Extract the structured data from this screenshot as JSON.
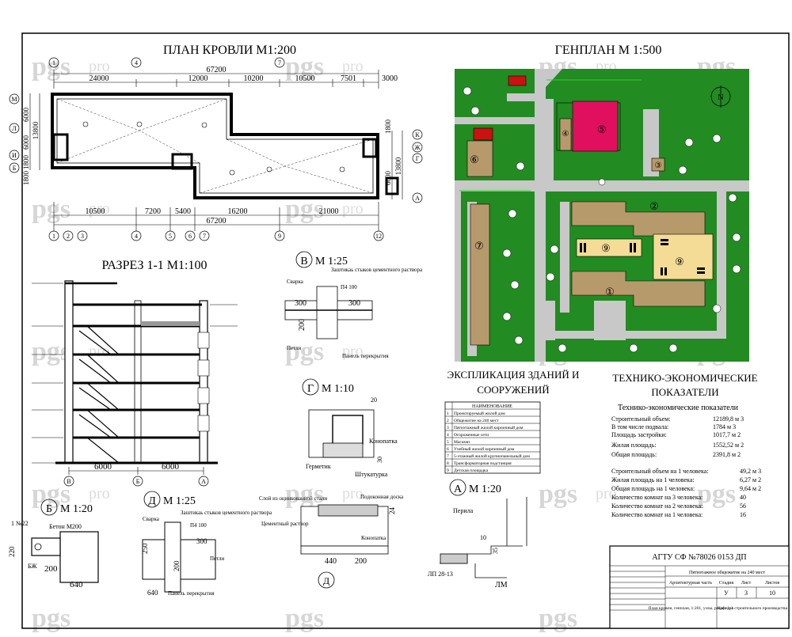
{
  "watermark": {
    "left": "pgs",
    "right": "pro"
  },
  "roof_plan": {
    "title": "ПЛАН  КРОВЛИ М1:200",
    "top_total": "67200",
    "top_dims": [
      "24000",
      "12000",
      "10200",
      "10500",
      "7501",
      "3000"
    ],
    "bottom_total": "67200",
    "bottom_dims": [
      "10500",
      "7200",
      "5400",
      "16200",
      "21000"
    ],
    "axes_bottom": [
      "1",
      "2",
      "3",
      "4",
      "5",
      "6",
      "7",
      "9",
      "12"
    ],
    "axes_top": [
      "1",
      "4",
      "7"
    ],
    "axes_left": [
      "М",
      "Л",
      "И",
      "Б"
    ],
    "axes_right": [
      "К",
      "Ж",
      "Г",
      "А"
    ],
    "left_dims": [
      "6000",
      "6000",
      "1800",
      "13800",
      "1800"
    ],
    "right_dims": [
      "1800",
      "6000",
      "13800"
    ]
  },
  "genplan": {
    "title": "ГЕНПЛАН  М 1:500",
    "buildings": [
      "①",
      "②",
      "③",
      "④",
      "⑤",
      "⑥",
      "⑦",
      "⑨",
      "⑨"
    ]
  },
  "section": {
    "title": "РАЗРЕЗ 1-1 М1:100",
    "dims": [
      "6000",
      "6000"
    ],
    "axes": [
      "В",
      "Б",
      "А"
    ]
  },
  "detail_v": {
    "letter": "В",
    "scale": "М 1:25",
    "labels": [
      "Заштикаь стыков цементного раствора",
      "Сварка",
      "П4 100",
      "300",
      "300",
      "200",
      "Петли",
      "Панель перекрытия"
    ]
  },
  "detail_g": {
    "letter": "Г",
    "scale": "М 1:10",
    "labels": [
      "20",
      "Конопатка",
      "30",
      "Герметик",
      "Штукатурка"
    ]
  },
  "detail_d_section": {
    "labels": [
      "Слой из оцинкованной стали",
      "Подоконная доска",
      "Цементный раствор",
      "24",
      "Конопатка",
      "440",
      "200",
      "Д"
    ]
  },
  "detail_a": {
    "letter": "А",
    "scale": "М 1:20",
    "labels": [
      "Перила",
      "10",
      "35",
      "ЛП 28-13",
      "ЛМ"
    ]
  },
  "detail_b": {
    "letter": "Б",
    "scale": "М 1:20",
    "labels": [
      "1 №22",
      "Бетон М200",
      "220",
      "БЖ",
      "200",
      "640"
    ]
  },
  "detail_d": {
    "letter": "Д",
    "scale": "М 1:25",
    "labels": [
      "Сварка",
      "Заштикаь стыков цементного раствора",
      "П4 100",
      "250",
      "300",
      "200",
      "Петли",
      "640",
      "Панель перекрытия"
    ]
  },
  "explication": {
    "title_line1": "ЭКСПЛИКАЦИЯ ЗДАНИЙ И",
    "title_line2": "СООРУЖЕНИЙ",
    "header": "НАИМЕНОВАНИЕ",
    "rows": [
      {
        "n": "1",
        "name": "Проектируемый жилой дом"
      },
      {
        "n": "2",
        "name": "Общежитие на 240 мест"
      },
      {
        "n": "3",
        "name": "Пятиэтажный жилой кирпичный дом"
      },
      {
        "n": "4",
        "name": "Огороженные сети"
      },
      {
        "n": "5",
        "name": "Магазин"
      },
      {
        "n": "6",
        "name": "Учебный жилой кирпичный дом"
      },
      {
        "n": "7",
        "name": "5-этажный жилой крупнопанельный дом"
      },
      {
        "n": "8",
        "name": "Трансформаторная подстанция"
      },
      {
        "n": "9",
        "name": "Детская площадка"
      }
    ]
  },
  "tep": {
    "title_line1": "ТЕХНИКО-ЭКОНОМИЧЕСКИЕ",
    "title_line2": "ПОКАЗАТЕЛИ",
    "subtitle": "Технико-экономические показатели",
    "rows1": [
      {
        "label": "Строительный объем:",
        "value": "12189,8 м  3"
      },
      {
        "label": "В том числе подвала:",
        "value": "1784 м  3"
      },
      {
        "label": "Площадь застройки:",
        "value": "1017,7 м  2"
      },
      {
        "label": "Жилая площадь:",
        "value": "1552,52 м  2"
      },
      {
        "label": "Общая площадь:",
        "value": "2391,8 м  2"
      }
    ],
    "rows2": [
      {
        "label": "Строительный объем на 1 человека:",
        "value": "49,2 м  3"
      },
      {
        "label": "Жилая площадь на 1 человека:",
        "value": "6,27 м  2"
      },
      {
        "label": "Общая площадь на 1 человека:",
        "value": "9,64 м  2"
      },
      {
        "label": "Количество комнат на 3 человека:",
        "value": "40"
      },
      {
        "label": "Количество комнат на 2 человека:",
        "value": "56"
      },
      {
        "label": "Количество комнат на 1 человека:",
        "value": "16"
      }
    ]
  },
  "stamp": {
    "code": "АГТУ  СФ  №78026     0153  ДП",
    "project": "Пятиэтажное общежитие на 240 мест",
    "part": "Архитектурная часть",
    "col_headers": [
      "Стадия",
      "Лист",
      "Листов"
    ],
    "col_values": [
      "У",
      "3",
      "10"
    ],
    "sheet_name": "План кровли, генплан, 1:201, узлы, разрез 1-1",
    "department": "Кафедра строительного производства"
  },
  "colors": {
    "genplan_bg": "#228b22",
    "road": "#c8c8c8",
    "building_tan": "#b79a6b",
    "building_magenta": "#e0105e",
    "playground": "#f5dc96",
    "building_red": "#cc1111"
  }
}
